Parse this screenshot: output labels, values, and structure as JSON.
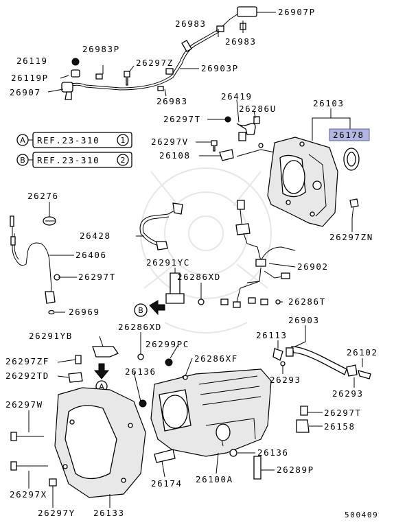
{
  "parts": {
    "p26907P": "26907P",
    "p26983_top": "26983",
    "p26983_right": "26983",
    "p26983P": "26983P",
    "p26119": "26119",
    "p26119P": "26119P",
    "p26297Z": "26297Z",
    "p26903P": "26903P",
    "p26907": "26907",
    "p26983_low": "26983",
    "p26419": "26419",
    "p26286U": "26286U",
    "p26103": "26103",
    "p26297T_a": "26297T",
    "p26178": "26178",
    "p26297V": "26297V",
    "p26108": "26108",
    "p26276": "26276",
    "p26428": "26428",
    "p26297ZN": "26297ZN",
    "p26406": "26406",
    "p26291YC": "26291YC",
    "p26902": "26902",
    "p26297T_b": "26297T",
    "p26286XD_a": "26286XD",
    "p26286T": "26286T",
    "p26969": "26969",
    "p26286XD_b": "26286XD",
    "p26903": "26903",
    "p26291YB": "26291YB",
    "p26113": "26113",
    "p26299PC": "26299PC",
    "p26102": "26102",
    "p26297ZF": "26297ZF",
    "p26286XF": "26286XF",
    "p26292TD": "26292TD",
    "p26136_a": "26136",
    "p26293_a": "26293",
    "p26293_b": "26293",
    "p26297W": "26297W",
    "p26297T_c": "26297T",
    "p26158": "26158",
    "p26136_b": "26136",
    "p26289P": "26289P",
    "p26297X": "26297X",
    "p26174": "26174",
    "p26100A": "26100A",
    "p26297Y": "26297Y",
    "p26133": "26133"
  },
  "refs": {
    "a_letter": "A",
    "a_text": "REF.23-310",
    "a_num": "1",
    "b_letter": "B",
    "b_text": "REF.23-310",
    "b_num": "2"
  },
  "callouts": {
    "b_arrow_letter": "B",
    "a_arrow_letter": "A"
  },
  "diagram_number": "500409",
  "highlight_color": "#b3b7e0"
}
